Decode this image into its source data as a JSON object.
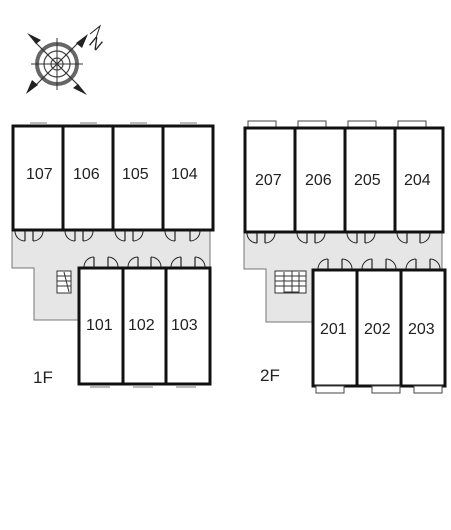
{
  "compass": {
    "label": "N",
    "icon": "compass-rose-icon"
  },
  "floors": [
    {
      "label": "1F",
      "back_rooms": [
        "107",
        "106",
        "105",
        "104"
      ],
      "front_rooms": [
        "101",
        "102",
        "103"
      ]
    },
    {
      "label": "2F",
      "back_rooms": [
        "207",
        "206",
        "205",
        "204"
      ],
      "front_rooms": [
        "201",
        "202",
        "203"
      ]
    }
  ],
  "colors": {
    "wall": "#111111",
    "corridor": "#e6e6e6",
    "background": "#ffffff"
  }
}
